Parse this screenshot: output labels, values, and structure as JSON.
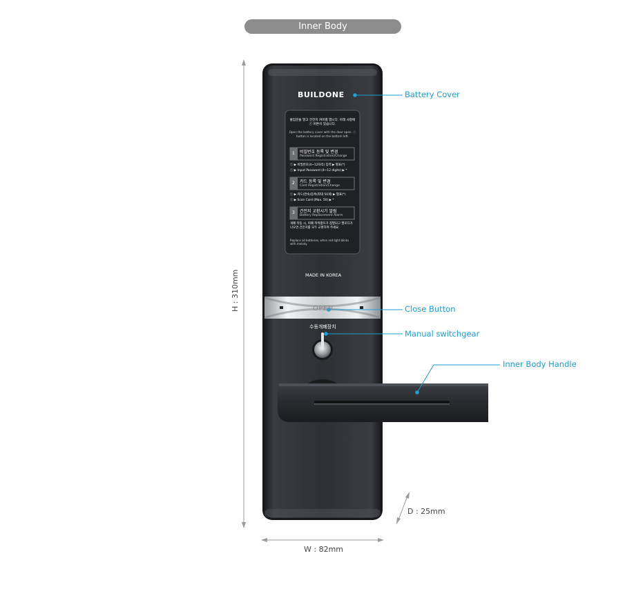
{
  "header": {
    "title": "Inner Body"
  },
  "device": {
    "brand": "BUILDONE",
    "made_in": "MADE IN KOREA",
    "open_label": "OPEN",
    "manual_label": "수동개폐장치"
  },
  "instructions": {
    "intro_ko": "출입문을 열고 건전지 커버를 엽니다. 아래 사항에 ⓡ 버튼이 있습니다.",
    "intro_en": "Open the battery cover with the door open. ⓡ button is located on the bottom left.",
    "steps": [
      {
        "num": "1",
        "ko": "비밀번호 등록 및 변경",
        "en": "Password Registration/Change",
        "line1": "ⓡ ▶ 비밀번호(4~12자리) 입력 ▶ 별표(*)",
        "line2": "ⓡ ▶ Input Password (4~12 digits) ▶ *"
      },
      {
        "num": "2",
        "ko": "카드 등록 및 변경",
        "en": "Card Registration/Change",
        "line1": "ⓡ ▶ 카드(연속)등록(최대 50개) ▶ 별표(*)",
        "line2": "ⓡ ▶ Scan Card (Max. 50) ▶ *"
      },
      {
        "num": "3",
        "ko": "건전지 교환시기 알림",
        "en": "Battery Replacement Alarm",
        "line1": "",
        "line2": ""
      }
    ],
    "alarm_ko": "개폐 작동 시, 피폐 적색램프가 점멸되고 멜로디가 나오면 건전지를 모두 교환하여 주세요.",
    "alarm_en": "Replace all batteries, when red light blinks with melody."
  },
  "callouts": {
    "battery_cover": "Battery Cover",
    "close_button": "Close Button",
    "manual_switchgear": "Manual switchgear",
    "inner_body_handle": "Inner Body Handle"
  },
  "dimensions": {
    "height": "H : 310mm",
    "width": "W : 82mm",
    "depth": "D : 25mm"
  },
  "colors": {
    "accent": "#1a9fd6",
    "pill": "#8c8c8c",
    "body": "#2b2d31",
    "handle": "#2a2c30"
  }
}
